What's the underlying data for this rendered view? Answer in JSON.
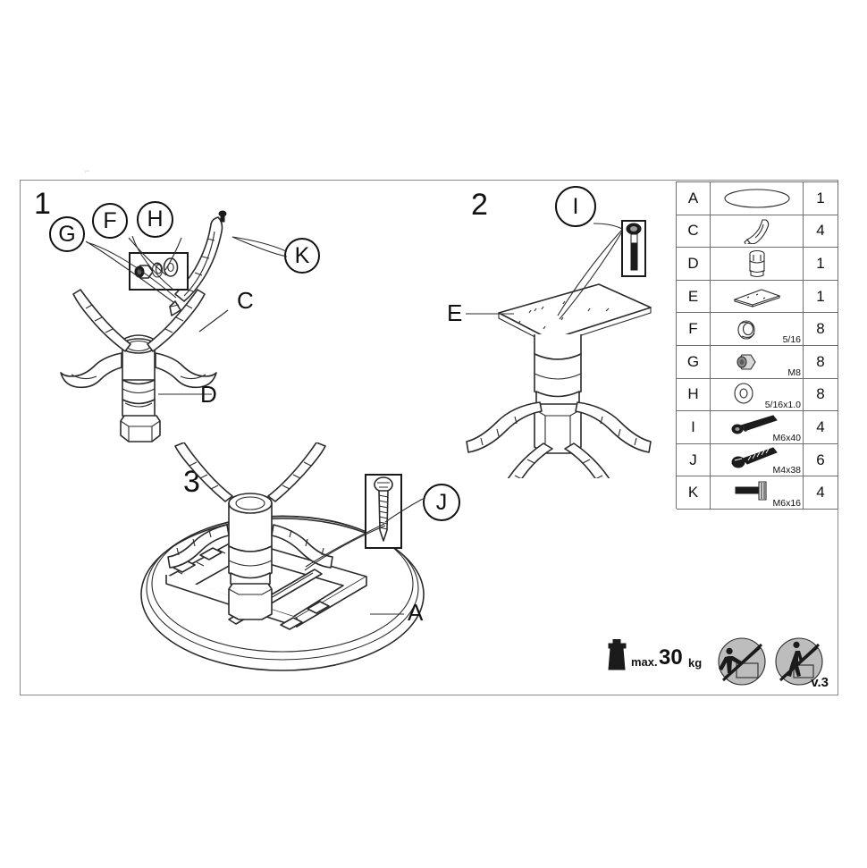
{
  "document": {
    "type": "furniture-assembly-instruction",
    "version_label": "v.3"
  },
  "steps": [
    {
      "number": "1",
      "labels": [
        "G",
        "F",
        "H",
        "K",
        "C",
        "D"
      ]
    },
    {
      "number": "2",
      "labels": [
        "I",
        "E"
      ]
    },
    {
      "number": "3",
      "labels": [
        "J",
        "A"
      ]
    }
  ],
  "step1": {
    "number": "1",
    "balloon_g": "G",
    "balloon_f": "F",
    "balloon_h": "H",
    "balloon_k": "K",
    "label_c": "C",
    "label_d": "D"
  },
  "step2": {
    "number": "2",
    "balloon_i": "I",
    "label_e": "E"
  },
  "step3": {
    "number": "3",
    "balloon_j": "J",
    "label_a": "A"
  },
  "parts_table": {
    "columns": [
      "code",
      "image",
      "quantity"
    ],
    "rows": [
      {
        "code": "A",
        "icon": "oval-tabletop-icon",
        "spec": "",
        "qty": "1"
      },
      {
        "code": "C",
        "icon": "curved-leg-icon",
        "spec": "",
        "qty": "4"
      },
      {
        "code": "D",
        "icon": "column-tube-icon",
        "spec": "",
        "qty": "1"
      },
      {
        "code": "E",
        "icon": "mounting-plate-icon",
        "spec": "",
        "qty": "1"
      },
      {
        "code": "F",
        "icon": "spring-washer-icon",
        "spec": "5/16",
        "qty": "8"
      },
      {
        "code": "G",
        "icon": "hex-nut-icon",
        "spec": "M8",
        "qty": "8"
      },
      {
        "code": "H",
        "icon": "flat-washer-icon",
        "spec": "5/16x1.0",
        "qty": "8"
      },
      {
        "code": "I",
        "icon": "hex-bolt-icon",
        "spec": "M6x40",
        "qty": "4"
      },
      {
        "code": "J",
        "icon": "wood-screw-icon",
        "spec": "M4x38",
        "qty": "6"
      },
      {
        "code": "K",
        "icon": "flange-bolt-icon",
        "spec": "M6x16",
        "qty": "4"
      }
    ]
  },
  "footer": {
    "weight_icon": "weight-block-icon",
    "max_text": "max.",
    "max_value": "30",
    "unit": "kg",
    "warning_icons": [
      {
        "name": "no-leaning-on-furniture-icon"
      },
      {
        "name": "no-standing-on-furniture-icon"
      }
    ],
    "version": "v.3"
  },
  "colors": {
    "line": "#2b2b2b",
    "frame": "#8a8a8a",
    "table_border": "#6f6f6f",
    "warning_gray": "#bdbdbd",
    "background": "#ffffff"
  }
}
